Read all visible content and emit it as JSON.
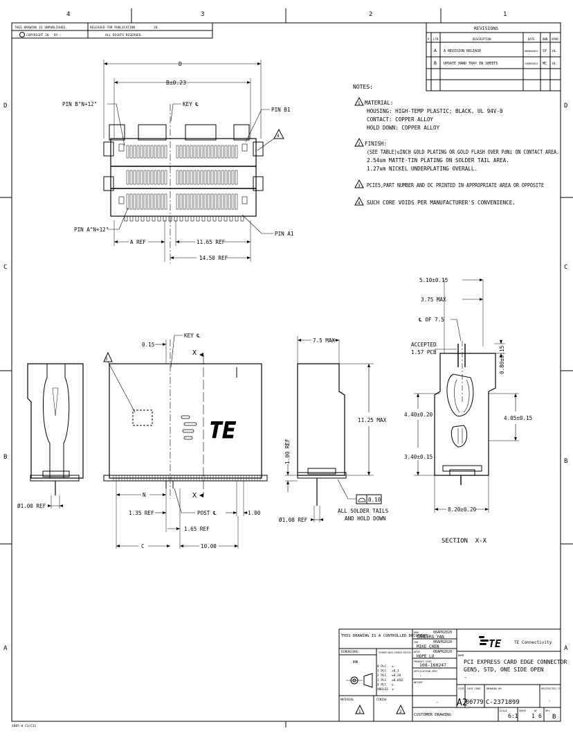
{
  "border": {
    "zones_top": [
      "4",
      "3",
      "2",
      "1"
    ],
    "zones_side": [
      "D",
      "C",
      "B",
      "A"
    ]
  },
  "header": {
    "unpublished": "THIS DRAWING IS UNPUBLISHED.",
    "released": "RELEASED FOR PUBLICATION",
    "released_year": "20",
    "copyright": "COPYRIGHT 20",
    "by": "BY -",
    "rights": "ALL RIGHTS RESERVED."
  },
  "revisions": {
    "title": "REVISIONS",
    "columns": [
      "P",
      "LTR",
      "DESCRIPTION",
      "DATE",
      "DWN",
      "APVD"
    ],
    "rows": [
      [
        "",
        "A",
        "A REVISION RELEASE",
        "06MAR2022",
        "SY",
        "HL"
      ],
      [
        "",
        "B",
        "UPDATE HAND TRAY IN SHEET5",
        "24MAR2022",
        "MC",
        "HL"
      ]
    ]
  },
  "notes": {
    "title": "NOTES:",
    "items": [
      {
        "num": "1",
        "lines": [
          "MATERIAL:",
          "HOUSING: HIGH-TEMP PLASTIC; BLACK, UL 94V-0",
          "CONTACT: COPPER ALLOY",
          "HOLD DOWN: COPPER ALLOY"
        ]
      },
      {
        "num": "2",
        "lines": [
          "FINISH:",
          "(SEE TABLE)uINCH GOLD PLATING OR GOLD FLASH OVER PdNi ON CONTACT AREA.",
          "2.54um MATTE-TIN PLATING ON SOLDER TAIL AREA.",
          "1.27um NICKEL UNDERPLATING OVERALL."
        ]
      },
      {
        "num": "3",
        "lines": [
          "PCIE5,PART NUMBER AND DC PRINTED IN APPROPRIATE AREA OR OPPOSITE"
        ]
      },
      {
        "num": "4",
        "lines": [
          "SUCH CORE VOIDS PER MANUFACTURER'S CONVENIENCE."
        ]
      }
    ]
  },
  "top_view": {
    "dim_d": "D",
    "dim_b": "B±0.23",
    "key": "KEY ℄",
    "pin_bn": "PIN B\"N+12\"",
    "pin_b1": "PIN B1",
    "pin_an": "PIN A\"N+12\"",
    "pin_a1": "PIN A1",
    "a_ref": "A REF",
    "dim_1165": "11.65 REF",
    "dim_1450": "14.50 REF",
    "note_flag": "4"
  },
  "front_view": {
    "dim_015": "0.15",
    "key": "KEY ℄",
    "x_top": "X",
    "x_bot": "X",
    "dim_n": "N",
    "dim_135": "1.35 REF",
    "post": "POST ℄",
    "dim_100": "1.00",
    "dim_165": "1.65 REF",
    "dim_c": "C",
    "dim_1000": "10.00",
    "note_flag": "3",
    "logo": "TE"
  },
  "left_view": {
    "dia": "Ø1.00 REF"
  },
  "side_view": {
    "dim_75": "7.5 MAX",
    "dim_1125": "11.25 MAX",
    "dim_100ref": "1.00 REF",
    "dia": "Ø1.08 REF",
    "flatness": "0.10",
    "tails_note_1": "ALL SOLDER TAILS",
    "tails_note_2": "AND HOLD DOWN"
  },
  "section_view": {
    "dim_510": "5.10±0.15",
    "dim_375": "3.75 MAX",
    "cl": "℄ OF 7.5",
    "accepted": "ACCEPTED",
    "pcb": "1.57 PCB",
    "dim_080": "0.80±0.15",
    "dim_440": "4.40±0.20",
    "dim_405": "4.05±0.15",
    "dim_340": "3.40±0.15",
    "dim_820": "8.20±0.20",
    "label": "SECTION  X-X"
  },
  "title_block": {
    "controlled": "THIS DRAWING IS A CONTROLLED DOCUMENT.",
    "dimensions": "DIMENSIONS:",
    "unit": "mm",
    "tolerances": "TOLERANCES UNLESS OTHERWISE SPECIFIED:",
    "tol_rows": [
      [
        "0 PLC",
        "±-"
      ],
      [
        "1 PLC",
        "±0.3"
      ],
      [
        "2 PLC",
        "±0.20"
      ],
      [
        "3 PLC",
        "±0.050"
      ],
      [
        "4 PLC",
        "±-"
      ],
      [
        "ANGLES",
        "±-"
      ]
    ],
    "material": "MATERIAL",
    "finish": "FINISH",
    "mat_flag": "1",
    "fin_flag": "2",
    "drw_label": "DRW",
    "drw_name": "SANDERS YAN",
    "drw_date": "06APR2020",
    "chk_label": "CHK",
    "chk_name": "MIKE CHEN",
    "chk_date": "06APR2020",
    "apvd_label": "APVD",
    "apvd_name": "HOPE LU",
    "apvd_date": "06APR2020",
    "product_spec_label": "PRODUCT SPEC",
    "product_spec": "108-160247",
    "app_spec_label": "APPLICATION SPEC",
    "app_spec": "-",
    "weight_label": "WEIGHT",
    "weight": "-",
    "customer": "CUSTOMER DRAWING",
    "company_logo": "TE",
    "company": "TE Connectivity",
    "name_label": "NAME",
    "name_lines": [
      "PCI EXPRESS CARD EDGE CONNECTOR",
      "GEN5, STD, ONE SIDE OPEN",
      "-"
    ],
    "size_label": "SIZE",
    "size": "A2",
    "cage_label": "CAGE CODE",
    "cage": "00779",
    "dwg_label": "DRAWING NO",
    "dwg_no": "C-2371899",
    "restricted_label": "RESTRICTED TO",
    "restricted": "-",
    "scale_label": "SCALE",
    "scale": "6:1",
    "sheet_label": "SHEET",
    "sheet": "1",
    "of_label": "OF",
    "of": "6",
    "rev_label": "REV",
    "rev": "B"
  },
  "footer_code": "4805-8 C3/C31"
}
